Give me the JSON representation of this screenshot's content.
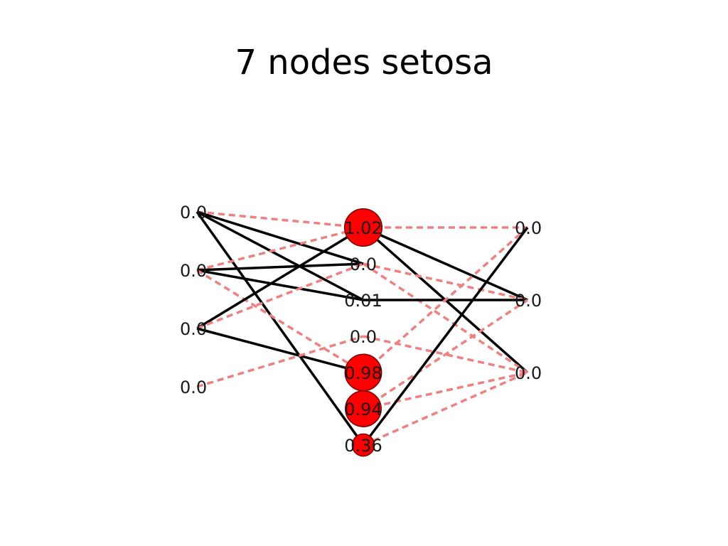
{
  "title": "7 nodes setosa",
  "colors": {
    "node_fill": "#ff0000",
    "node_stroke": "#7a0000",
    "positive_edge": "#000000",
    "negative_edge": "#f08080"
  },
  "layers": {
    "input": [
      "0.0",
      "0.0",
      "0.0",
      "0.0"
    ],
    "hidden": [
      "1.02",
      "0.0",
      "0.01",
      "0.0",
      "0.98",
      "0.94",
      "0.36"
    ],
    "output": [
      "0.0",
      "0.0",
      "0.0"
    ]
  },
  "hidden_activations": [
    1.02,
    0.0,
    0.01,
    0.0,
    0.98,
    0.94,
    0.36
  ],
  "edges": [
    {
      "from": "input.0",
      "to": "hidden.0",
      "sign": "negative"
    },
    {
      "from": "input.0",
      "to": "hidden.1",
      "sign": "positive"
    },
    {
      "from": "input.0",
      "to": "hidden.2",
      "sign": "positive"
    },
    {
      "from": "input.0",
      "to": "hidden.6",
      "sign": "positive"
    },
    {
      "from": "input.1",
      "to": "hidden.0",
      "sign": "negative"
    },
    {
      "from": "input.1",
      "to": "hidden.1",
      "sign": "positive"
    },
    {
      "from": "input.1",
      "to": "hidden.2",
      "sign": "positive"
    },
    {
      "from": "input.1",
      "to": "hidden.4",
      "sign": "negative"
    },
    {
      "from": "input.2",
      "to": "hidden.0",
      "sign": "positive"
    },
    {
      "from": "input.2",
      "to": "hidden.1",
      "sign": "negative"
    },
    {
      "from": "input.2",
      "to": "hidden.4",
      "sign": "positive"
    },
    {
      "from": "input.3",
      "to": "hidden.3",
      "sign": "negative"
    },
    {
      "from": "hidden.0",
      "to": "output.0",
      "sign": "negative"
    },
    {
      "from": "hidden.0",
      "to": "output.1",
      "sign": "positive"
    },
    {
      "from": "hidden.0",
      "to": "output.2",
      "sign": "positive"
    },
    {
      "from": "hidden.1",
      "to": "output.1",
      "sign": "negative"
    },
    {
      "from": "hidden.1",
      "to": "output.2",
      "sign": "negative"
    },
    {
      "from": "hidden.2",
      "to": "output.1",
      "sign": "positive"
    },
    {
      "from": "hidden.3",
      "to": "output.2",
      "sign": "negative"
    },
    {
      "from": "hidden.4",
      "to": "output.0",
      "sign": "negative"
    },
    {
      "from": "hidden.5",
      "to": "output.1",
      "sign": "negative"
    },
    {
      "from": "hidden.5",
      "to": "output.2",
      "sign": "negative"
    },
    {
      "from": "hidden.6",
      "to": "output.0",
      "sign": "positive"
    },
    {
      "from": "hidden.6",
      "to": "output.2",
      "sign": "negative"
    }
  ]
}
